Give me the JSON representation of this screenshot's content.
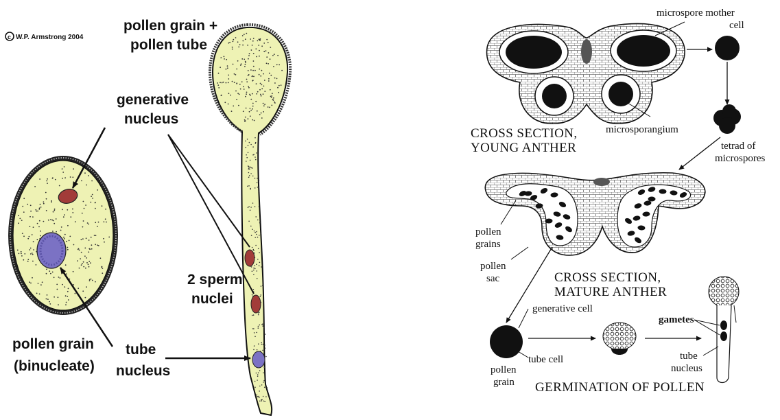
{
  "colors": {
    "cytoplasm": "#eef2b4",
    "generative_nucleus": "#a23c39",
    "tube_nucleus": "#7b72c4",
    "ink": "#111111"
  },
  "left_panel": {
    "copyright": "W.P. Armstrong 2004",
    "title_line1": "pollen grain +",
    "title_line2": "pollen tube",
    "generative_line1": "generative",
    "generative_line2": "nucleus",
    "sperm_line1": "2 sperm",
    "sperm_line2": "nuclei",
    "grain_line1": "pollen grain",
    "grain_line2": "(binucleate)",
    "tube_line1": "tube",
    "tube_line2": "nucleus"
  },
  "right_panel": {
    "mother_line1": "microspore mother",
    "mother_line2": "cell",
    "microsporangium": "microsporangium",
    "young_line1": "CROSS SECTION,",
    "young_line2": "YOUNG ANTHER",
    "tetrad_line1": "tetrad of",
    "tetrad_line2": "microspores",
    "grains_line1": "pollen",
    "grains_line2": "grains",
    "sac_line1": "pollen",
    "sac_line2": "sac",
    "mature_line1": "CROSS SECTION,",
    "mature_line2": "MATURE ANTHER",
    "generative_cell": "generative cell",
    "tube_cell": "tube cell",
    "pg_line1": "pollen",
    "pg_line2": "grain",
    "gametes": "gametes",
    "tn_line1": "tube",
    "tn_line2": "nucleus",
    "germination": "GERMINATION OF POLLEN"
  }
}
